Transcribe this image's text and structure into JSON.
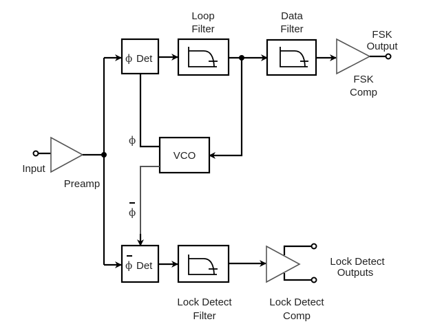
{
  "diagram": {
    "labels": {
      "loop_filter": [
        "Loop",
        "Filter"
      ],
      "data_filter": [
        "Data",
        "Filter"
      ],
      "fsk_output": [
        "FSK",
        "Output"
      ],
      "fsk_comp": [
        "FSK",
        "Comp"
      ],
      "input": "Input",
      "preamp": "Preamp",
      "vco": "VCO",
      "phi_det": "Det",
      "phi_bar_det": "Det",
      "phi_symbol": "ϕ",
      "phi_bar_symbol": "ϕ",
      "lock_detect_filter": [
        "Lock Detect",
        "Filter"
      ],
      "lock_detect_comp": [
        "Lock Detect",
        "Comp"
      ],
      "lock_detect_outputs": [
        "Lock Detect",
        "Outputs"
      ]
    },
    "blocks": [
      {
        "id": "preamp",
        "type": "amplifier"
      },
      {
        "id": "phi-det",
        "type": "phase-detector"
      },
      {
        "id": "loop-filter",
        "type": "low-pass-filter"
      },
      {
        "id": "data-filter",
        "type": "low-pass-filter"
      },
      {
        "id": "fsk-comp",
        "type": "comparator"
      },
      {
        "id": "vco",
        "type": "oscillator"
      },
      {
        "id": "phi-bar-det",
        "type": "phase-detector"
      },
      {
        "id": "lock-detect-filter",
        "type": "low-pass-filter"
      },
      {
        "id": "lock-detect-comp",
        "type": "comparator"
      }
    ]
  }
}
